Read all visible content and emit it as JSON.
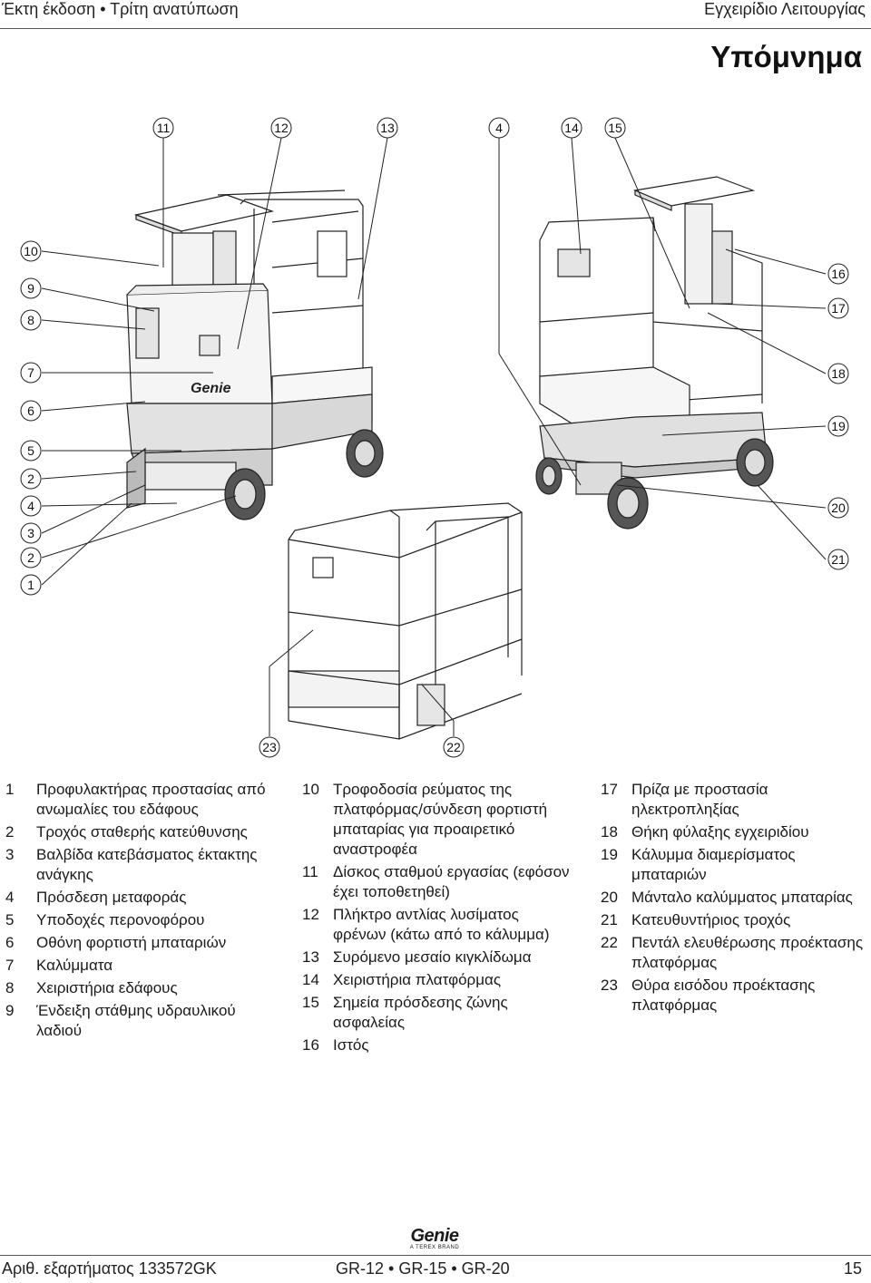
{
  "header": {
    "left": "Έκτη έκδοση • Τρίτη ανατύπωση",
    "right": "Εγχειρίδιο Λειτουργίας"
  },
  "title": "Υπόμνημα",
  "callouts": [
    "11",
    "12",
    "13",
    "4",
    "14",
    "15",
    "10",
    "9",
    "8",
    "7",
    "6",
    "5",
    "2",
    "4",
    "3",
    "2",
    "1",
    "16",
    "17",
    "18",
    "19",
    "20",
    "21",
    "23",
    "22"
  ],
  "legend": {
    "col1": [
      {
        "num": "1",
        "text": "Προφυλακτήρας προστασίας από ανωμαλίες του εδάφους"
      },
      {
        "num": "2",
        "text": "Τροχός σταθερής κατεύθυνσης"
      },
      {
        "num": "3",
        "text": "Βαλβίδα κατεβάσματος έκτακτης ανάγκης"
      },
      {
        "num": "4",
        "text": "Πρόσδεση μεταφοράς"
      },
      {
        "num": "5",
        "text": "Υποδοχές περονοφόρου"
      },
      {
        "num": "6",
        "text": "Οθόνη φορτιστή μπαταριών"
      },
      {
        "num": "7",
        "text": "Καλύμματα"
      },
      {
        "num": "8",
        "text": "Χειριστήρια εδάφους"
      },
      {
        "num": "9",
        "text": "Ένδειξη στάθμης υδραυλικού λαδιού"
      }
    ],
    "col2": [
      {
        "num": "10",
        "text": "Τροφοδοσία ρεύματος της πλατφόρμας/σύνδεση φορτιστή μπαταρίας για προαιρετικό αναστροφέα"
      },
      {
        "num": "11",
        "text": "Δίσκος σταθμού εργασίας (εφόσον έχει τοποθετηθεί)"
      },
      {
        "num": "12",
        "text": "Πλήκτρο αντλίας λυσίματος φρένων (κάτω από το κάλυμμα)"
      },
      {
        "num": "13",
        "text": "Συρόμενο μεσαίο κιγκλίδωμα"
      },
      {
        "num": "14",
        "text": "Χειριστήρια πλατφόρμας"
      },
      {
        "num": "15",
        "text": "Σημεία πρόσδεσης ζώνης ασφαλείας"
      },
      {
        "num": "16",
        "text": "Ιστός"
      }
    ],
    "col3": [
      {
        "num": "17",
        "text": "Πρίζα με προστασία ηλεκτροπληξίας"
      },
      {
        "num": "18",
        "text": "Θήκη φύλαξης εγχειριδίου"
      },
      {
        "num": "19",
        "text": "Κάλυμμα διαμερίσματος μπαταριών"
      },
      {
        "num": "20",
        "text": "Μάνταλο καλύμματος μπαταρίας"
      },
      {
        "num": "21",
        "text": "Κατευθυντήριος τροχός"
      },
      {
        "num": "22",
        "text": "Πεντάλ ελευθέρωσης προέκτασης πλατφόρμας"
      },
      {
        "num": "23",
        "text": "Θύρα εισόδου προέκτασης πλατφόρμας"
      }
    ]
  },
  "logo": {
    "brand": "Genie",
    "sub": "A TEREX BRAND"
  },
  "footer": {
    "left": "Αριθ. εξαρτήματος 133572GK",
    "center": "GR-12 • GR-15 • GR-20",
    "right": "15"
  }
}
